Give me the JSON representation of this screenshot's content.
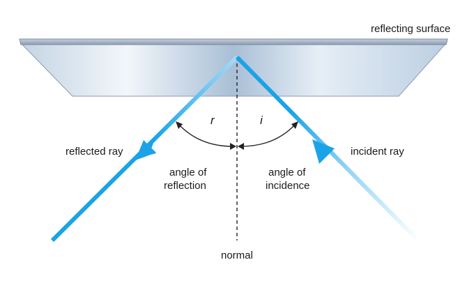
{
  "labels": {
    "reflecting_surface": "reflecting surface",
    "reflected_ray": "reflected ray",
    "incident_ray": "incident ray",
    "angle_of_reflection_line1": "angle of",
    "angle_of_reflection_line2": "reflection",
    "angle_of_incidence_line1": "angle of",
    "angle_of_incidence_line2": "incidence",
    "normal": "normal",
    "angle_r": "r",
    "angle_i": "i"
  },
  "colors": {
    "ray": "#1ba3e8",
    "ray_light": "#a6dcf7",
    "surface_top": "#a9b6c7",
    "surface_edge": "#7b8aa0",
    "glass_light": "#e8eef5",
    "glass_mid": "#b9cde0",
    "normal_line": "#222222"
  }
}
